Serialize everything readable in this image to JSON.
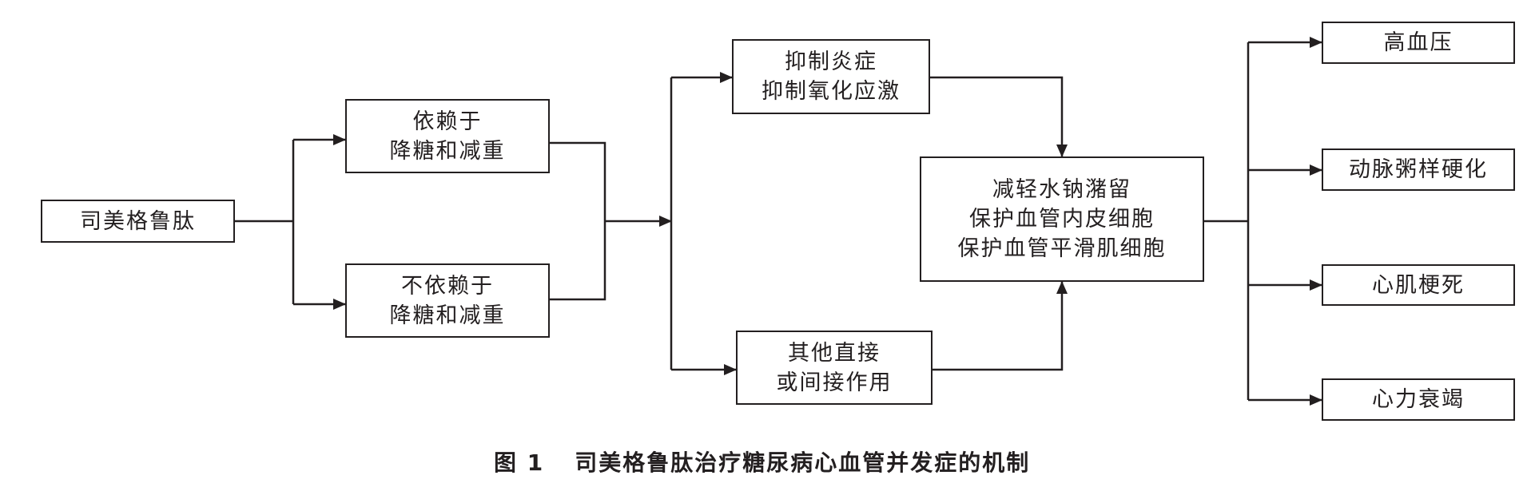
{
  "colors": {
    "ink": "#231f20",
    "background": "#ffffff"
  },
  "nodes": {
    "semaglutide": {
      "lines": [
        "司美格鲁肽"
      ]
    },
    "dependent": {
      "lines": [
        "依赖于",
        "降糖和减重"
      ]
    },
    "independent": {
      "lines": [
        "不依赖于",
        "降糖和减重"
      ]
    },
    "anti_inflammation": {
      "lines": [
        "抑制炎症",
        "抑制氧化应激"
      ]
    },
    "other_effects": {
      "lines": [
        "其他直接",
        "或间接作用"
      ]
    },
    "protection": {
      "lines": [
        "减轻水钠潴留",
        "保护血管内皮细胞",
        "保护血管平滑肌细胞"
      ]
    },
    "hypertension": {
      "lines": [
        "高血压"
      ]
    },
    "atherosclerosis": {
      "lines": [
        "动脉粥样硬化"
      ]
    },
    "myocardial_infarction": {
      "lines": [
        "心肌梗死"
      ]
    },
    "heart_failure": {
      "lines": [
        "心力衰竭"
      ]
    }
  },
  "caption": {
    "label": "图 1",
    "text": "司美格鲁肽治疗糖尿病心血管并发症的机制"
  }
}
